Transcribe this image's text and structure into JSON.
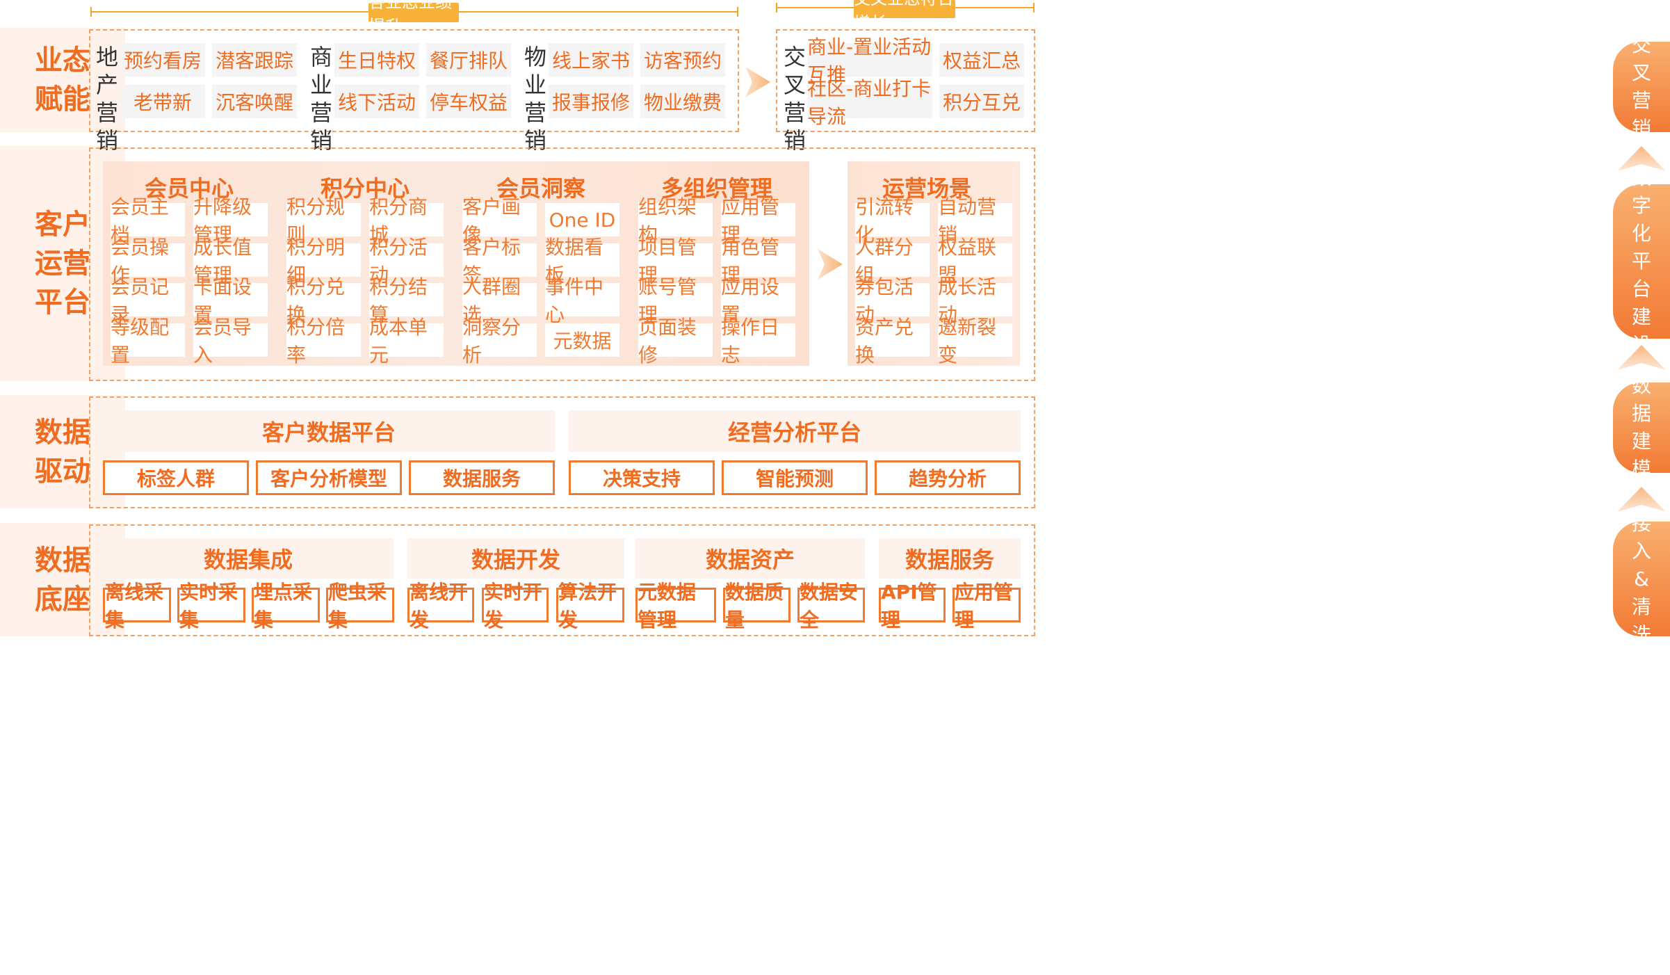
{
  "header": {
    "left_badge": "各业态业绩提升",
    "right_badge": "交叉业态符合增长"
  },
  "rows": {
    "r1": "业态赋能",
    "r2": "客户运营平台",
    "r3": "数据驱动",
    "r4": "数据底座"
  },
  "row1": {
    "groups": [
      {
        "label": [
          "地",
          "产",
          "营",
          "销"
        ],
        "items": [
          "预约看房",
          "潜客跟踪",
          "老带新",
          "沉客唤醒"
        ]
      },
      {
        "label": [
          "商",
          "业",
          "营",
          "销"
        ],
        "items": [
          "生日特权",
          "餐厅排队",
          "线下活动",
          "停车权益"
        ]
      },
      {
        "label": [
          "物",
          "业",
          "营",
          "销"
        ],
        "items": [
          "线上家书",
          "访客预约",
          "报事报修",
          "物业缴费"
        ]
      }
    ],
    "cross": {
      "label": [
        "交",
        "叉",
        "营",
        "销"
      ],
      "items": [
        "商业-置业活动互推",
        "权益汇总",
        "社区-商业打卡导流",
        "积分互兑"
      ]
    }
  },
  "row2": {
    "groups": [
      {
        "title": "会员中心",
        "items": [
          "会员主档",
          "升降级管理",
          "会员操作",
          "成长值管理",
          "会员记录",
          "卡面设置",
          "等级配置",
          "会员导入"
        ]
      },
      {
        "title": "积分中心",
        "items": [
          "积分规则",
          "积分商城",
          "积分明细",
          "积分活动",
          "积分兑换",
          "积分结算",
          "积分倍率",
          "成本单元"
        ]
      },
      {
        "title": "会员洞察",
        "items": [
          "客户画像",
          "One ID",
          "客户标签",
          "数据看板",
          "人群圈选",
          "事件中心",
          "洞察分析",
          "元数据"
        ]
      },
      {
        "title": "多组织管理",
        "items": [
          "组织架构",
          "应用管理",
          "项目管理",
          "角色管理",
          "账号管理",
          "应用设置",
          "页面装修",
          "操作日志"
        ]
      }
    ],
    "ops": {
      "title": "运营场景",
      "items": [
        "引流转化",
        "自动营销",
        "人群分组",
        "权益联盟",
        "券包活动",
        "成长活动",
        "资产兑换",
        "邀新裂变"
      ]
    }
  },
  "row3": {
    "platforms": [
      "客户数据平台",
      "经营分析平台"
    ],
    "items": [
      "标签人群",
      "客户分析模型",
      "数据服务",
      "决策支持",
      "智能预测",
      "趋势分析"
    ]
  },
  "row4": {
    "groups": [
      {
        "title": "数据集成",
        "items": [
          "离线采集",
          "实时采集",
          "埋点采集",
          "爬虫采集"
        ]
      },
      {
        "title": "数据开发",
        "items": [
          "离线开发",
          "实时开发",
          "算法开发"
        ]
      },
      {
        "title": "数据资产",
        "items": [
          "元数据管理",
          "数据质量",
          "数据安全"
        ]
      },
      {
        "title": "数据服务",
        "items": [
          "API管理",
          "应用管理"
        ]
      }
    ]
  },
  "rail": [
    [
      "交",
      "叉",
      "营",
      "销"
    ],
    [
      "数",
      "字",
      "化",
      "平",
      "台",
      "建",
      "设"
    ],
    [
      "数",
      "据",
      "建",
      "模"
    ],
    [
      "接",
      "入",
      "&",
      "清",
      "洗"
    ]
  ]
}
